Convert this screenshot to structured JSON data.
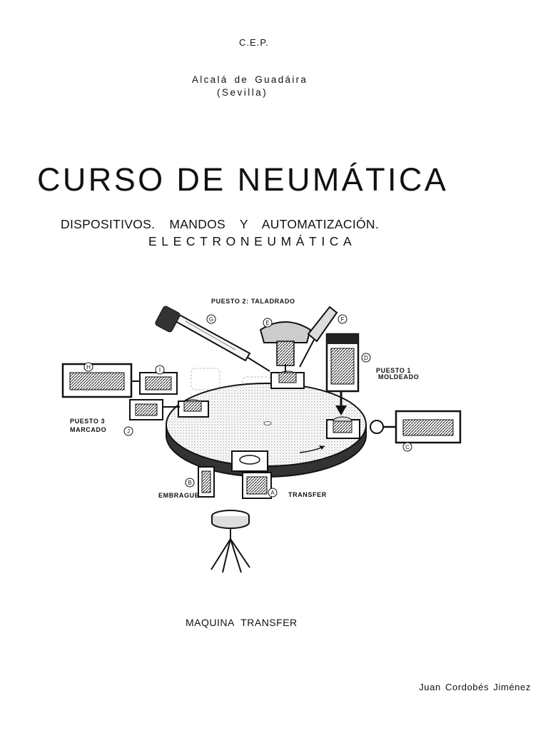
{
  "header": {
    "institution": "C.E.P.",
    "city": "Alcalá de Guadáira",
    "province": "(Sevilla)"
  },
  "title": "CURSO DE NEUMÁTICA",
  "subtitle": {
    "line1": "DISPOSITIVOS. MANDOS Y AUTOMATIZACIÓN.",
    "line2": "ELECTRONEUMÁTICA"
  },
  "figure": {
    "labels": {
      "puesto2": "PUESTO 2: TALADRADO",
      "puesto1a": "PUESTO 1",
      "puesto1b": "MOLDEADO",
      "puesto3a": "PUESTO 3",
      "puesto3b": "MARCADO",
      "embrague": "EMBRAGUE",
      "transfer": "TRANSFER"
    },
    "markers": [
      "A",
      "B",
      "C",
      "D",
      "E",
      "F",
      "G",
      "H",
      "I",
      "J"
    ]
  },
  "caption": "MAQUINA TRANSFER",
  "author": "Juan Cordobés Jiménez"
}
